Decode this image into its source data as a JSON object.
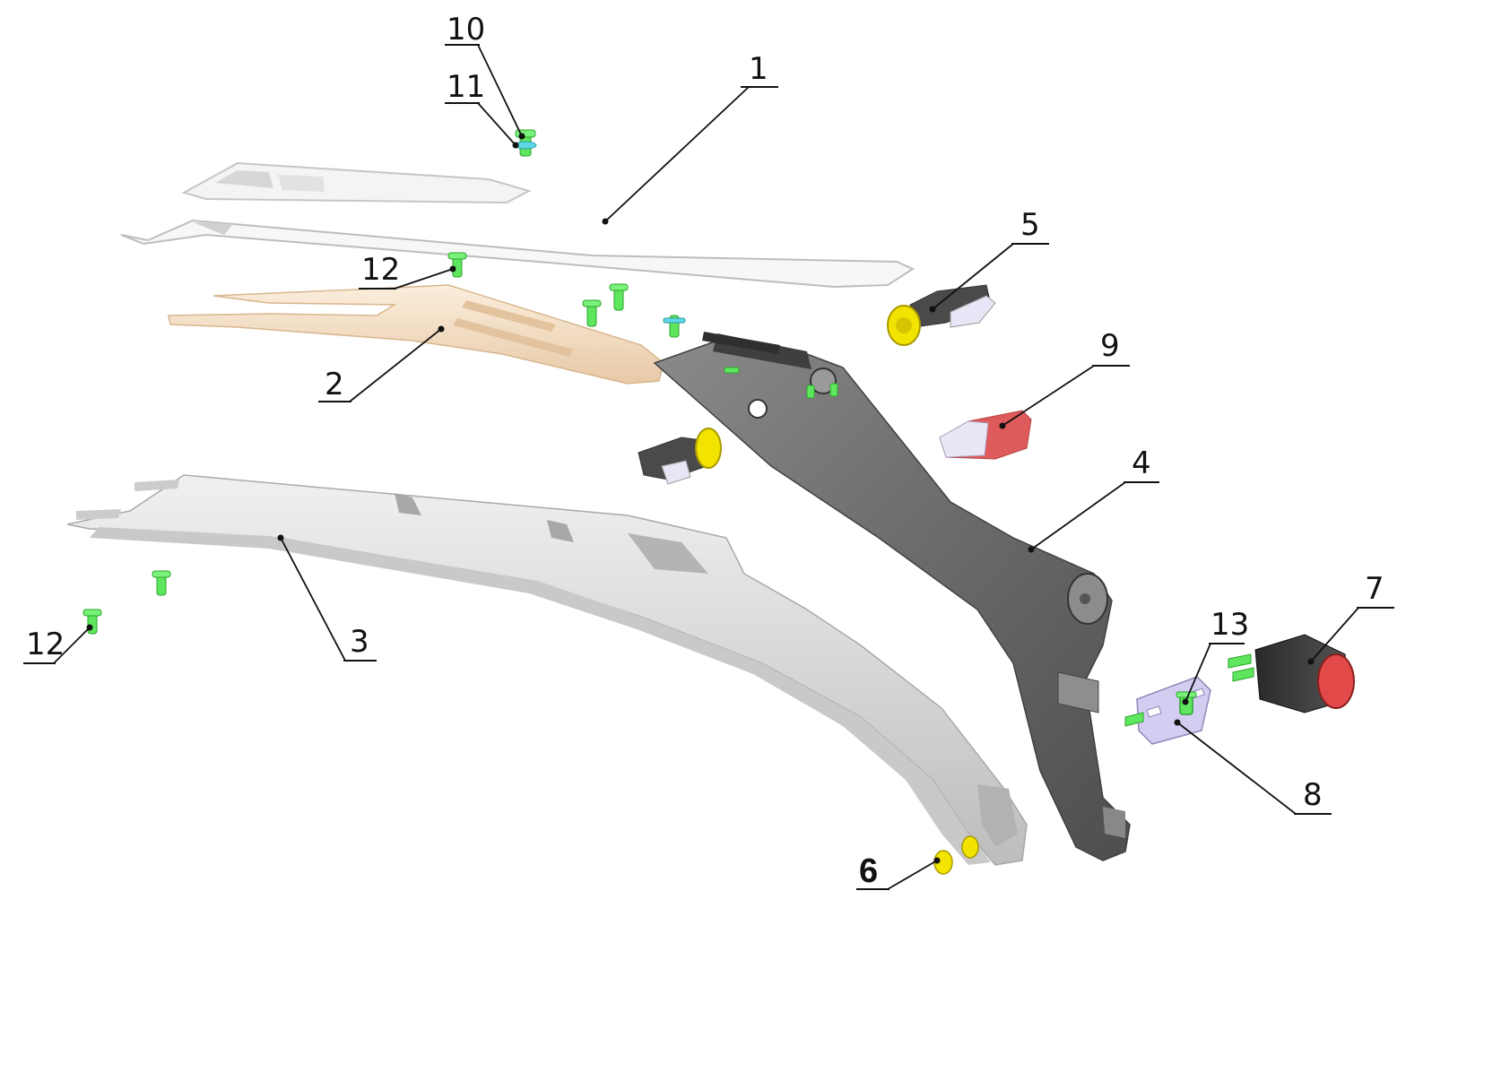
{
  "callouts": [
    {
      "id": "1",
      "label": "1",
      "bold": false
    },
    {
      "id": "2",
      "label": "2",
      "bold": false
    },
    {
      "id": "3",
      "label": "3",
      "bold": false
    },
    {
      "id": "4",
      "label": "4",
      "bold": false
    },
    {
      "id": "5",
      "label": "5",
      "bold": false
    },
    {
      "id": "6",
      "label": "6",
      "bold": true
    },
    {
      "id": "7",
      "label": "7",
      "bold": false
    },
    {
      "id": "8",
      "label": "8",
      "bold": false
    },
    {
      "id": "9",
      "label": "9",
      "bold": false
    },
    {
      "id": "10",
      "label": "10",
      "bold": false
    },
    {
      "id": "11",
      "label": "11",
      "bold": false
    },
    {
      "id": "12a",
      "label": "12",
      "bold": false
    },
    {
      "id": "12b",
      "label": "12",
      "bold": false
    },
    {
      "id": "13",
      "label": "13",
      "bold": false
    }
  ],
  "colors": {
    "cover_white": "#f2f2f2",
    "trim_beige": "#f3dcc0",
    "frame_grey": "#6b6b6b",
    "base_light": "#dcdcdc",
    "fastener_green": "#5fe65f",
    "washer_yellow": "#f5e400",
    "cap_red": "#e05050",
    "plate_lavender": "#cfc8f0"
  }
}
